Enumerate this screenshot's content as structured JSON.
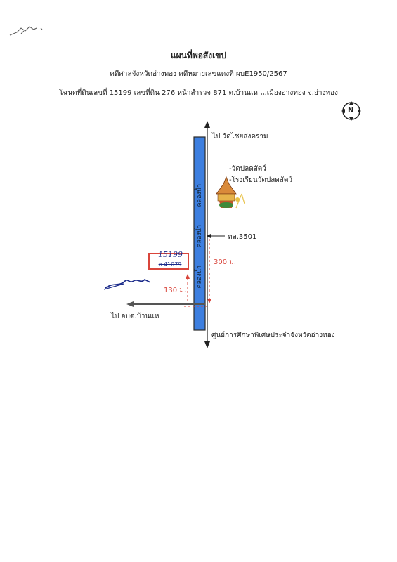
{
  "header": {
    "title": "แผนที่พอสังเขป",
    "case_line": "คดีศาลจังหวัดอ่างทอง คดีหมายเลขแดงที่ ผบE1950/2567",
    "deed_line": "โฉนดที่ดินเลขที่ 15199 เลขที่ดิน 276 หน้าสำรวจ 871 ต.บ้านแห แ.เมืองอ่างทอง จ.อ่างทอง"
  },
  "map": {
    "north_label": "N",
    "to_north": "ไป วัดไชยสงคราม",
    "to_south": "ศูนย์การศึกษาพิเศษประจำจังหวัดอ่างทอง",
    "to_west": "ไป อบต.บ้านแห",
    "temple": "-วัดปลดสัตว์",
    "school": "-โรงเรียนวัดปลดสัตว์",
    "road": "ทล.3501",
    "canal_labels": [
      "คลองน้ำ",
      "คลองน้ำ",
      "คลองน้ำ"
    ],
    "dist_300": "300 ม.",
    "dist_130": "130 ม.",
    "parcel_old": "อ.41079",
    "parcel_handwritten": "15199",
    "colors": {
      "canal": "#3d7fe0",
      "accent_red": "#d9453b",
      "ink_blue": "#1a2a8a"
    }
  }
}
